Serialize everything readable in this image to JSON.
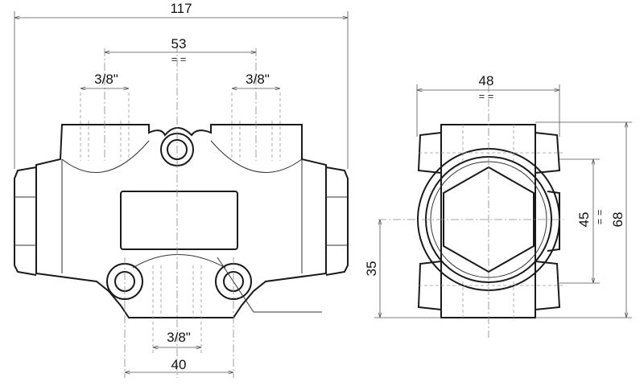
{
  "front_view": {
    "overall_width": "117",
    "port_spacing": "53",
    "left_port_thread": "3/8\"",
    "right_port_thread": "3/8\"",
    "bottom_port_thread": "3/8\"",
    "mount_spacing": "40",
    "symmetry_mark": "= ="
  },
  "side_view": {
    "width": "48",
    "height": "68",
    "port_spacing": "45",
    "center_height": "35",
    "symmetry_mark": "= ="
  }
}
